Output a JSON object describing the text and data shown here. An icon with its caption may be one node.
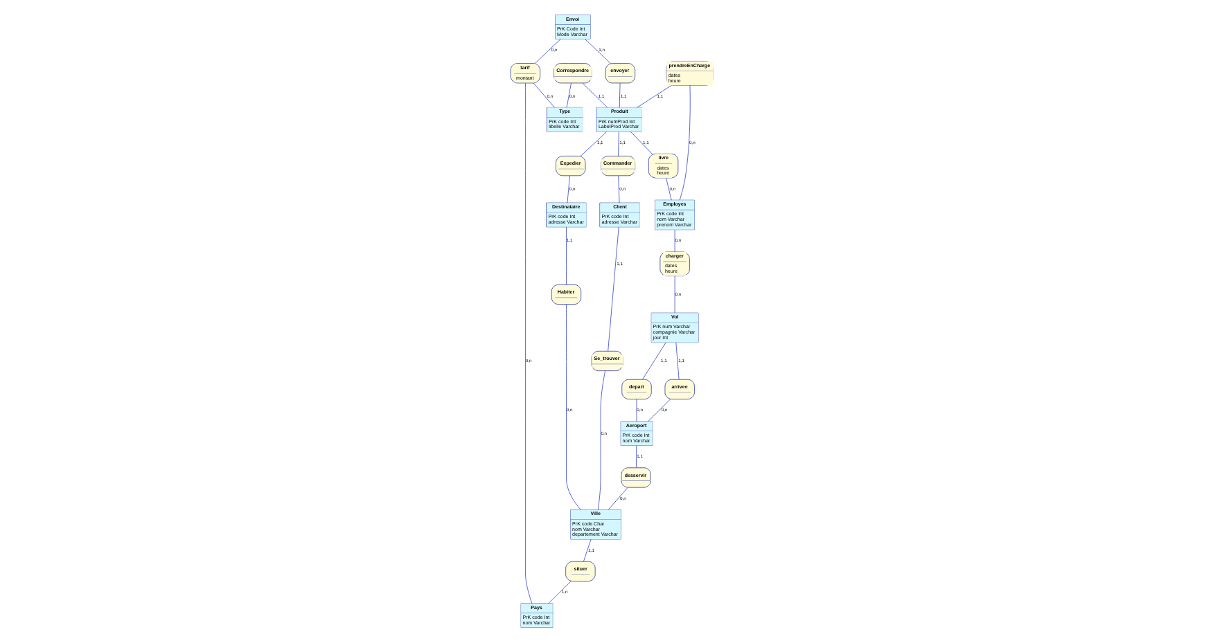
{
  "diagram": {
    "nodes": [
      {
        "text": [
          "Envoi",
          "PrK Code Int",
          "Mode Varchar"
        ]
      },
      {
        "text": [
          "tarif",
          "montant"
        ]
      },
      {
        "text": [
          "envoyer"
        ]
      },
      {
        "text": [
          "Correspondre"
        ]
      },
      {
        "text": [
          "Type",
          "PrK code Int",
          "libelle Varchar"
        ]
      },
      {
        "text": [
          "prendreEnCharge",
          "dates",
          "heure"
        ]
      },
      {
        "text": [
          "Produit",
          "PrK numProd Int",
          "LabelProd Varchar"
        ]
      },
      {
        "text": [
          "Expedier"
        ]
      },
      {
        "text": [
          "Destinataire",
          "PrK code Int",
          "adresse Varchar"
        ]
      },
      {
        "text": [
          "Employes",
          "PrK code Int",
          "nom Varchar",
          "prenom Varchar"
        ]
      },
      {
        "text": [
          "livre",
          "dates",
          "heure"
        ]
      },
      {
        "text": [
          "Commander"
        ]
      },
      {
        "text": [
          "Habiter"
        ]
      },
      {
        "text": [
          "Client",
          "PrK code Int",
          "adresse Varchar"
        ]
      },
      {
        "text": [
          "Se_trouver"
        ]
      },
      {
        "text": [
          "Ville",
          "PrK code Char",
          "nom Varchar",
          "departement Varchar"
        ]
      },
      {
        "text": [
          "Pays",
          "PrK code Int",
          "nom Varchar"
        ]
      },
      {
        "text": [
          "charger",
          "dates",
          "heure"
        ]
      },
      {
        "text": [
          "depart"
        ]
      },
      {
        "text": [
          "Aeroport",
          "PrK code Int",
          "nom Varchar"
        ]
      },
      {
        "text": [
          "desservir"
        ]
      },
      {
        "text": [
          "situer"
        ]
      },
      {
        "text": [
          "Vol",
          "PrK num Varchar",
          "compagnie Varchar",
          "jour Int"
        ]
      },
      {
        "text": [
          "arrivee"
        ]
      }
    ],
    "edges": [
      {
        "from": 0,
        "to": 1,
        "arrow": "none",
        "label": "0,n"
      },
      {
        "from": 1,
        "to": 4,
        "arrow": "none",
        "label": "0,n"
      },
      {
        "from": 1,
        "to": 16,
        "arrow": "none",
        "label": "0,n"
      },
      {
        "from": 0,
        "to": 2,
        "arrow": "none",
        "label": "1,n"
      },
      {
        "from": 2,
        "to": 6,
        "arrow": "none",
        "label": "1,1"
      },
      {
        "from": 3,
        "to": 6,
        "arrow": "none",
        "label": "1,1"
      },
      {
        "from": 3,
        "to": 4,
        "arrow": "none",
        "label": "0,n"
      },
      {
        "from": 5,
        "to": 6,
        "arrow": "none",
        "label": "1,1"
      },
      {
        "from": 5,
        "to": 9,
        "arrow": "none",
        "label": "0,n"
      },
      {
        "from": 6,
        "to": 7,
        "arrow": "none",
        "label": "1,1"
      },
      {
        "from": 7,
        "to": 8,
        "arrow": "none",
        "label": "0,n"
      },
      {
        "from": 6,
        "to": 10,
        "arrow": "none",
        "label": "1,1"
      },
      {
        "from": 10,
        "to": 9,
        "arrow": "none",
        "label": "0,n"
      },
      {
        "from": 6,
        "to": 11,
        "arrow": "none",
        "label": "1,1"
      },
      {
        "from": 11,
        "to": 13,
        "arrow": "none",
        "label": "0,n"
      },
      {
        "from": 8,
        "to": 12,
        "arrow": "none",
        "label": "1,1"
      },
      {
        "from": 12,
        "to": 15,
        "arrow": "none",
        "label": "0,n"
      },
      {
        "from": 13,
        "to": 14,
        "arrow": "none",
        "label": "1,1"
      },
      {
        "from": 14,
        "to": 15,
        "arrow": "none",
        "label": "0,n"
      },
      {
        "from": 9,
        "to": 17,
        "arrow": "none",
        "label": "0,n"
      },
      {
        "from": 17,
        "to": 22,
        "arrow": "none",
        "label": "0,n"
      },
      {
        "from": 22,
        "to": 18,
        "arrow": "none",
        "label": "1,1"
      },
      {
        "from": 18,
        "to": 19,
        "arrow": "none",
        "label": "0,n"
      },
      {
        "from": 22,
        "to": 23,
        "arrow": "none",
        "label": "1,1"
      },
      {
        "from": 23,
        "to": 19,
        "arrow": "none",
        "label": "0,n"
      },
      {
        "from": 19,
        "to": 20,
        "arrow": "none",
        "label": "1,1"
      },
      {
        "from": 20,
        "to": 15,
        "arrow": "none",
        "label": "0,n"
      },
      {
        "from": 15,
        "to": 21,
        "arrow": "none",
        "label": "1,1"
      },
      {
        "from": 21,
        "to": 16,
        "arrow": "none",
        "label": "1,n"
      }
    ]
  }
}
